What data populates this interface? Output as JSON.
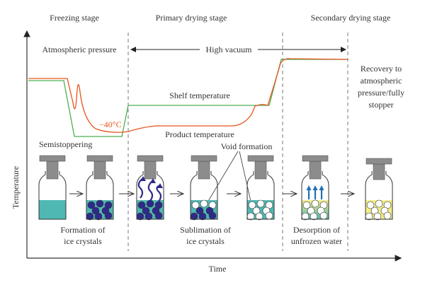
{
  "stages": [
    "Freezing stage",
    "Primary drying stage",
    "Secondary drying stage"
  ],
  "pressure": {
    "atmospheric": "Atmospheric pressure",
    "vacuum": "High vacuum"
  },
  "curves": {
    "shelf_label": "Shelf temperature",
    "product_label": "Product temperature",
    "min_temp_label": "−40°C",
    "shelf_color": "#4caf50",
    "product_color": "#e8541e"
  },
  "recovery": [
    "Recovery to",
    "atmospheric",
    "pressure/fully",
    "stopper"
  ],
  "axes": {
    "y_label": "Temperature",
    "x_label": "Time"
  },
  "annotations": {
    "semistoppering": "Semistoppering",
    "void_formation": "Void formation",
    "formation": [
      "Formation of",
      "ice crystals"
    ],
    "sublimation": [
      "Sublimation of",
      "ice crystals"
    ],
    "desorption": [
      "Desorption of",
      "unfrozen water"
    ]
  },
  "colors": {
    "liquid": "#4fb8b3",
    "ice": "#2e2a8c",
    "dry_cake": "#f4ee8a",
    "stopper": "#8c8c8c",
    "vapor_arrow": "#1f6fb5"
  }
}
